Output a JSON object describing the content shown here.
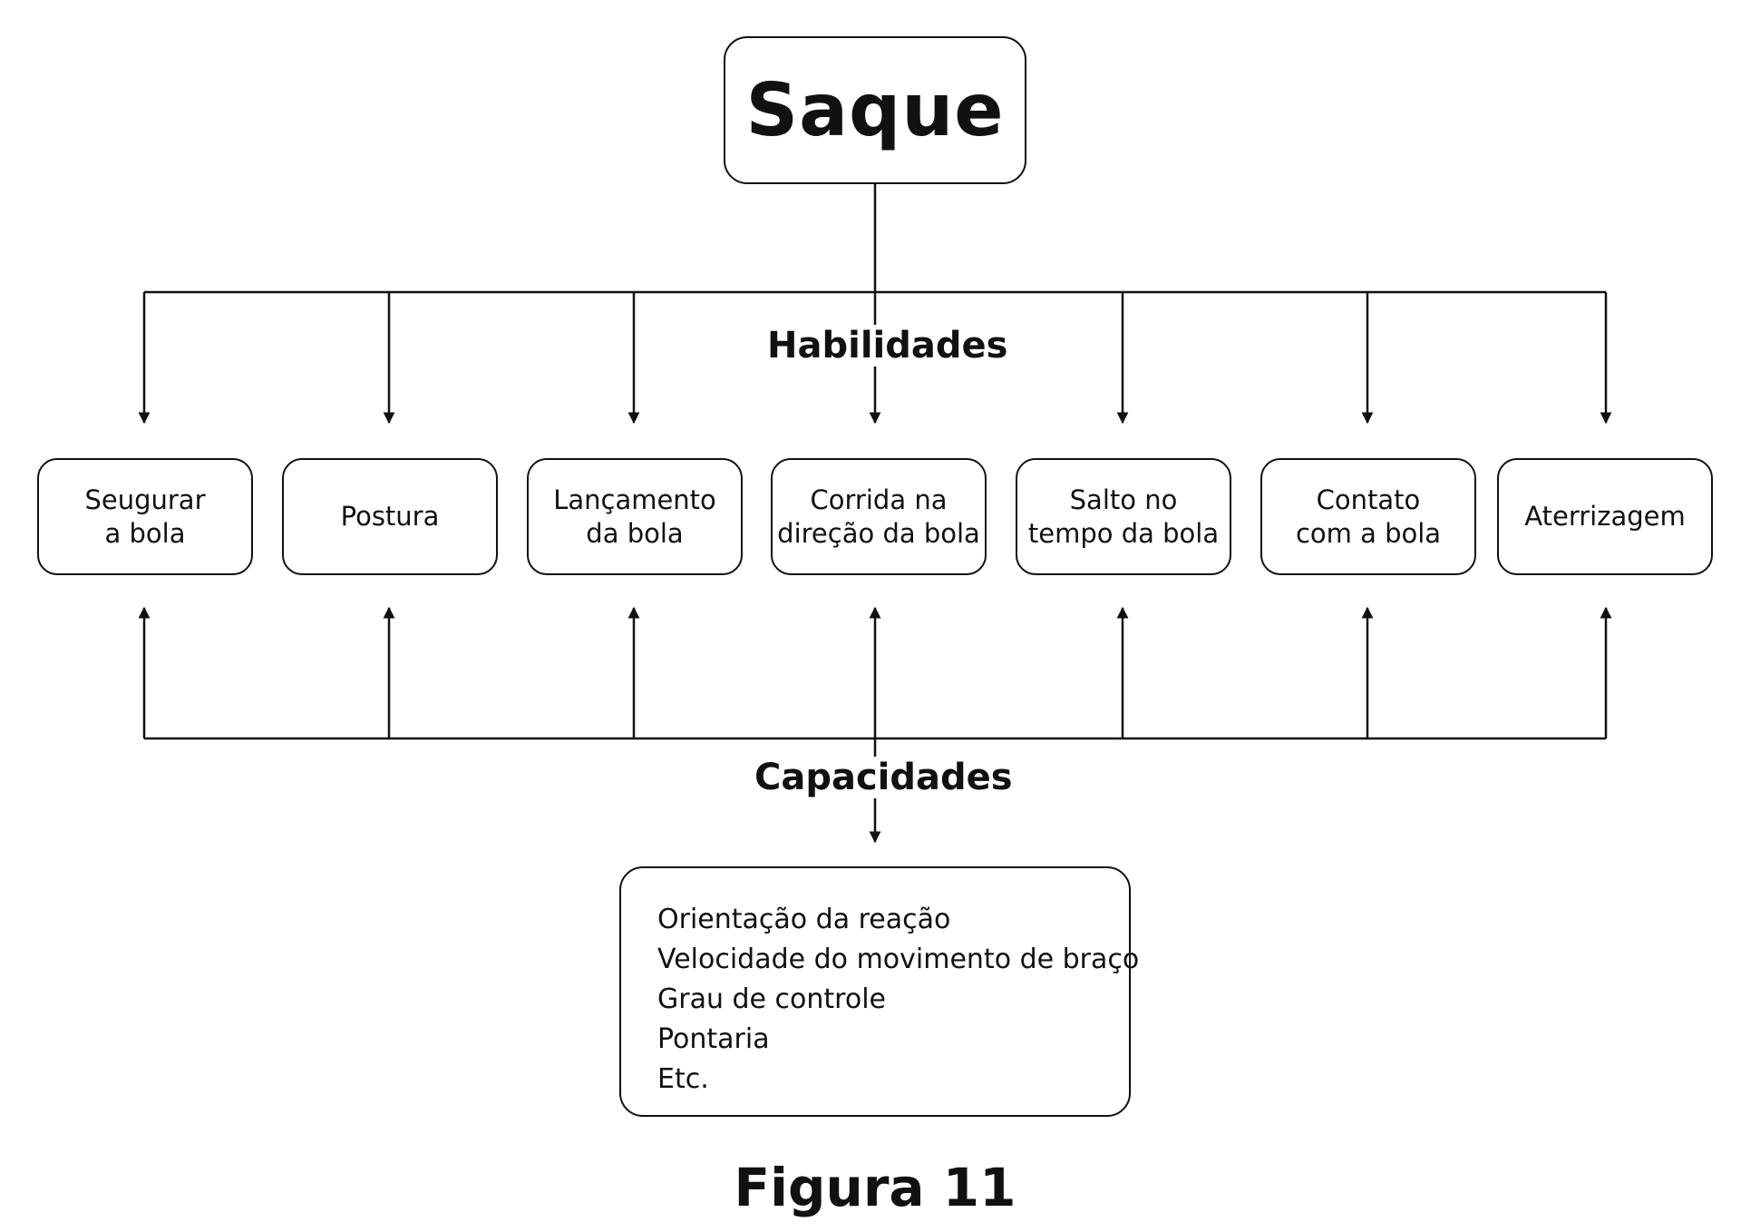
{
  "root": {
    "label": "Saque"
  },
  "habilidades_label": "Habilidades",
  "capacidades_label": "Capacidades",
  "skills": [
    {
      "label": "Seugurar\na bola"
    },
    {
      "label": "Postura"
    },
    {
      "label": "Lançamento\nda bola"
    },
    {
      "label": "Corrida na\ndireção da bola"
    },
    {
      "label": "Salto no\ntempo da bola"
    },
    {
      "label": "Contato\ncom a bola"
    },
    {
      "label": "Aterrizagem"
    }
  ],
  "capacidades": {
    "items": [
      "Orientação da reação",
      "Velocidade do movimento de braço",
      "Grau de controle",
      "Pontaria",
      "Etc."
    ]
  },
  "caption": "Figura 11"
}
